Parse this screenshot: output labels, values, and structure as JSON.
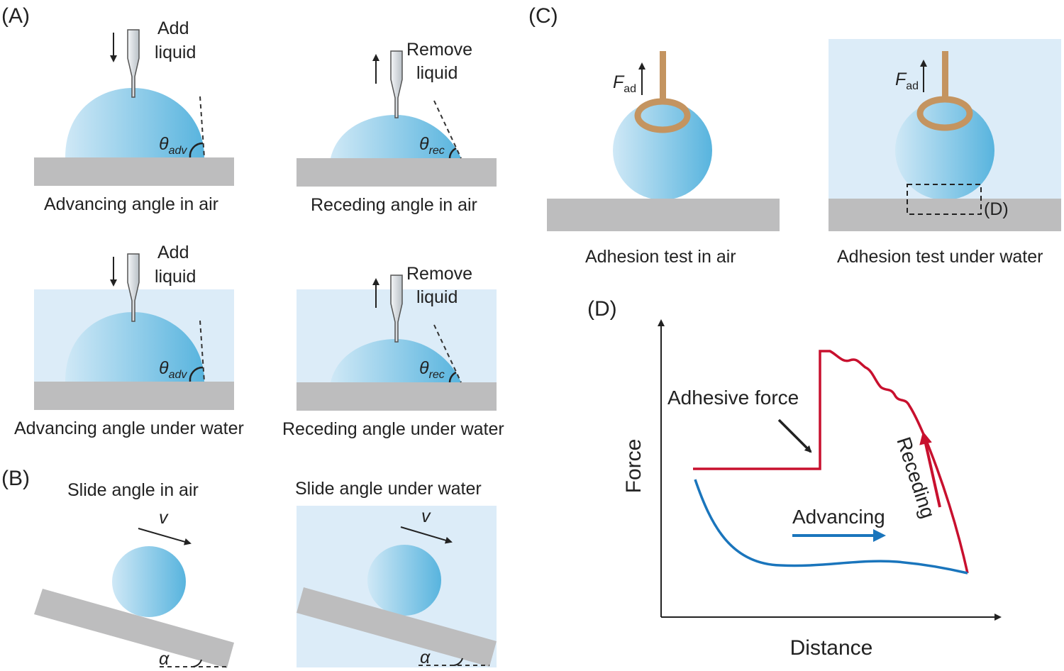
{
  "panels": {
    "a": "(A)",
    "b": "(B)",
    "c": "(C)",
    "d": "(D)"
  },
  "panel_a": {
    "add_line1": "Add",
    "add_line2": "liquid",
    "remove_line1": "Remove",
    "remove_line2": "liquid",
    "theta": "θ",
    "adv_sub": "adv",
    "rec_sub": "rec",
    "captions": {
      "adv_air": "Advancing angle in air",
      "rec_air": "Receding angle in air",
      "adv_water": "Advancing angle under water",
      "rec_water": "Receding angle under water"
    }
  },
  "panel_b": {
    "title_air": "Slide angle in air",
    "title_water": "Slide angle under water",
    "velocity": "v",
    "alpha": "α"
  },
  "panel_c": {
    "force": "F",
    "force_sub": "ad",
    "inset_ref": "(D)",
    "caption_air": "Adhesion test in air",
    "caption_water": "Adhesion test under water"
  },
  "panel_d": {
    "ylabel": "Force",
    "xlabel": "Distance",
    "annotation_adhesive": "Adhesive force",
    "label_advancing": "Advancing",
    "label_receding": "Receding"
  },
  "colors": {
    "droplet_light": "#c5e3f3",
    "droplet_dark": "#5fb8e0",
    "water_bg": "#dcecf8",
    "substrate": "#bdbdbe",
    "ring": "#c49460",
    "receding_curve": "#c8102e",
    "advancing_curve": "#1a75bc"
  }
}
